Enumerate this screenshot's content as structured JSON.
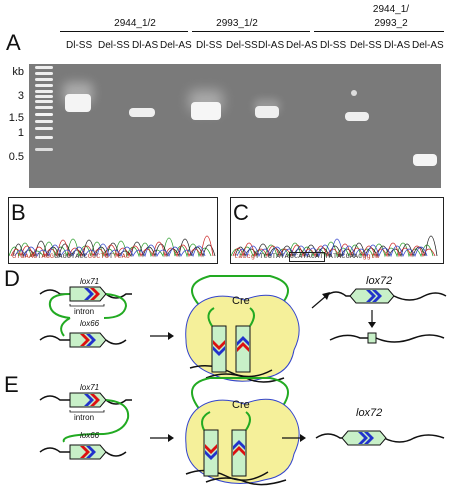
{
  "panel_A": {
    "letter": "A",
    "groups": [
      {
        "label": "2944_1/2"
      },
      {
        "label": "2993_1/2"
      },
      {
        "label_line1": "2944_1/",
        "label_line2": "2993_2"
      }
    ],
    "lanes": [
      "Dl-SS",
      "Del-SS",
      "Dl-AS",
      "Del-AS",
      "Dl-SS",
      "Del-SS",
      "Dl-AS",
      "Del-AS",
      "Dl-SS",
      "Del-SS",
      "Dl-AS",
      "Del-AS"
    ],
    "size_unit": "kb",
    "size_markers": [
      "3",
      "1.5",
      "1",
      "0.5"
    ]
  },
  "panel_B": {
    "letter": "B",
    "sequence": [
      {
        "text": "GTGAAG",
        "color": "#c0392b"
      },
      {
        "text": "T",
        "color": "#333333"
      },
      {
        "text": "AGG",
        "color": "#c0392b"
      },
      {
        "text": "GAGGTACC",
        "color": "#333333"
      },
      {
        "text": "GCCTG",
        "color": "#c0392b"
      },
      {
        "text": "T",
        "color": "#333333"
      },
      {
        "text": "TCAC",
        "color": "#c0392b"
      }
    ]
  },
  "panel_C": {
    "letter": "C",
    "sequence": [
      {
        "text": "taccg",
        "color": "#c0392b"
      },
      {
        "text": "TTCGTATA",
        "color": "#333333"
      },
      {
        "text": "GCATACAT",
        "color": "#333333",
        "boxed": true
      },
      {
        "text": "TATACGAAC",
        "color": "#333333"
      },
      {
        "text": "ggta",
        "color": "#c0392b"
      }
    ]
  },
  "panel_D": {
    "letter": "D",
    "lox_top": "lox71",
    "intron": "intron",
    "lox_bottom": "lox66",
    "enzyme": "Cre",
    "product": "lox72"
  },
  "panel_E": {
    "letter": "E",
    "lox_top": "lox71",
    "intron": "intron",
    "lox_bottom": "lox66",
    "enzyme": "Cre",
    "product": "lox72"
  },
  "colors": {
    "gel_background": "#7a7a7a",
    "band": "#f4f4f4",
    "lox_fill": "#c8f0c8",
    "arrow_blue": "#2233cc",
    "arrow_red": "#dd1111",
    "loop_green": "#22aa22",
    "cre_fill": "#f5f09a",
    "cre_outline": "#3344cc"
  }
}
